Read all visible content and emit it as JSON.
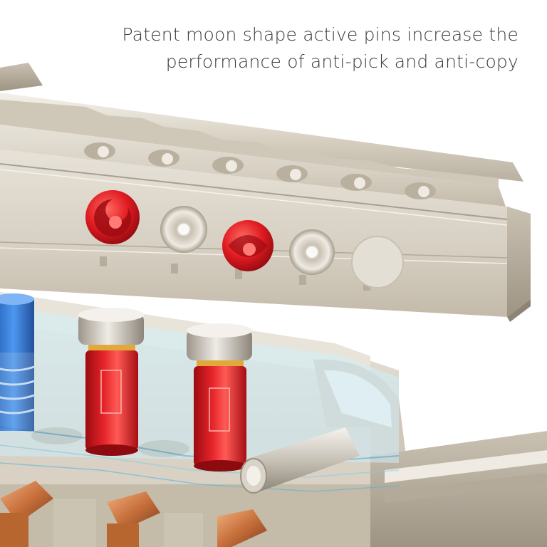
{
  "caption": {
    "line1": "Patent moon shape active pins increase the",
    "line2": "performance of anti-pick and anti-copy"
  },
  "colors": {
    "background": "#ffffff",
    "caption_text": "#3a3a3a",
    "key_metal": "#d9d3c8",
    "active_pin_red": "#d8151c",
    "driver_pin_blue": "#1f6fd6",
    "key_pin_copper": "#c9743f",
    "transparent_housing": "#bfe6f5"
  },
  "illustration": {
    "subject": "key-and-cylinder-cutaway",
    "key_dimple_count": 5,
    "red_moon_pins_on_key": 2
  }
}
